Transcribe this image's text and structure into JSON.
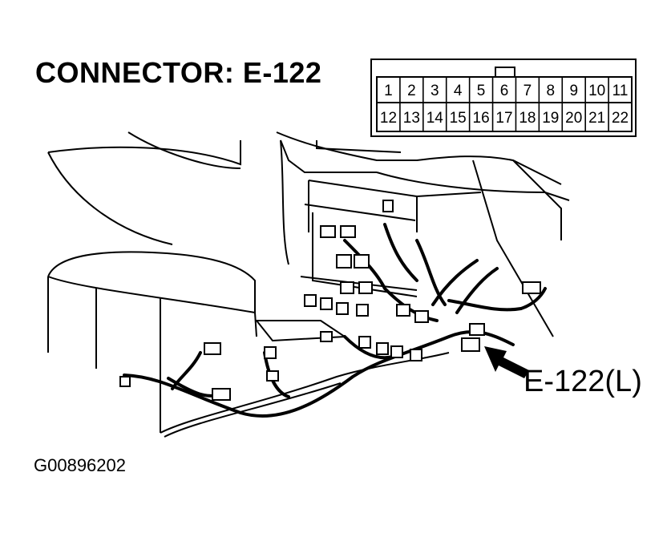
{
  "title": "CONNECTOR: E-122",
  "callout_label": "E-122(L)",
  "figure_id": "G00896202",
  "connector": {
    "top_row": [
      "1",
      "2",
      "3",
      "4",
      "5",
      "6",
      "7",
      "8",
      "9",
      "10",
      "11"
    ],
    "bottom_row": [
      "12",
      "13",
      "14",
      "15",
      "16",
      "17",
      "18",
      "19",
      "20",
      "21",
      "22"
    ]
  }
}
